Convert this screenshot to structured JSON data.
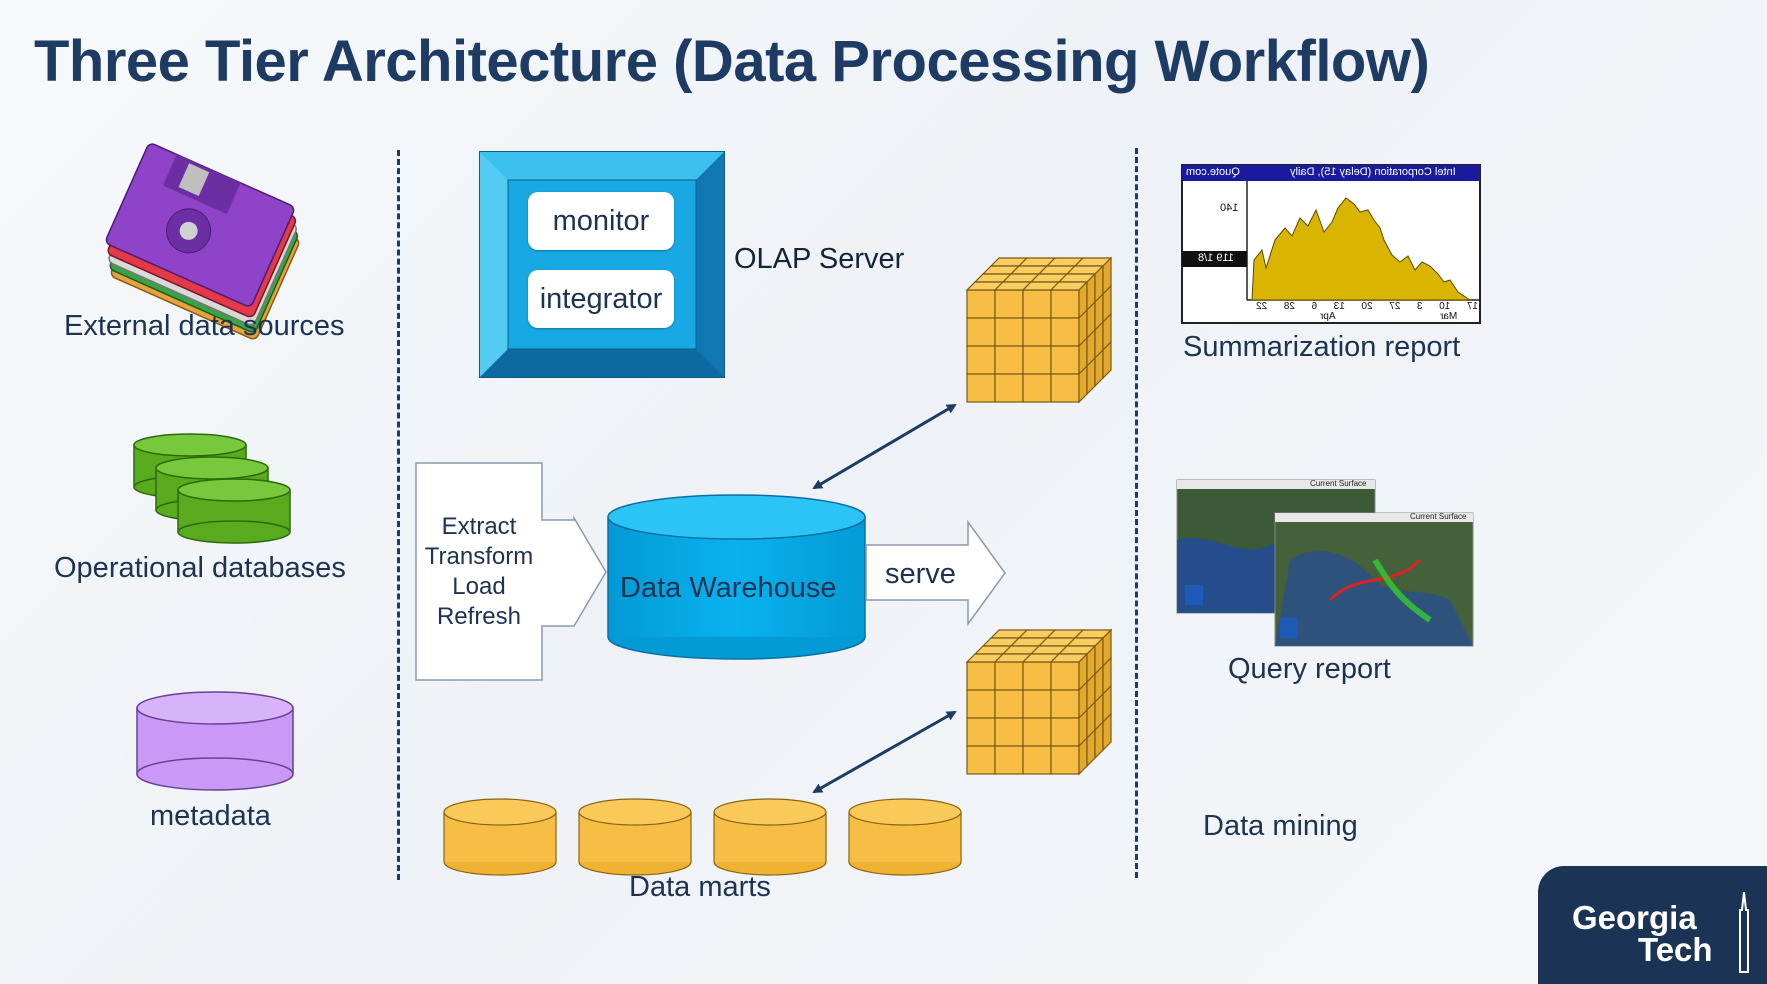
{
  "title": "Three Tier Architecture (Data Processing Workflow)",
  "left_tier": {
    "external_sources": "External data sources",
    "operational_dbs": "Operational databases",
    "metadata": "metadata"
  },
  "middle_tier": {
    "olap_server": "OLAP Server",
    "monitor": "monitor",
    "integrator": "integrator",
    "etl_lines": [
      "Extract",
      "Transform",
      "Load",
      "Refresh"
    ],
    "data_warehouse": "Data Warehouse",
    "serve": "serve",
    "data_marts": "Data marts"
  },
  "right_tier": {
    "summarization_report": "Summarization report",
    "query_report": "Query report",
    "data_mining": "Data mining",
    "chart_header_left": "Intel Corporation (Delay 15), Daily",
    "chart_header_right": "Quote.com",
    "chart_y_top": "140",
    "chart_y_mark": "119 1/8",
    "chart_x_ticks": [
      "17",
      "10",
      "3",
      "27",
      "20",
      "13",
      "6",
      "28",
      "22"
    ],
    "chart_months": [
      "Apr",
      "Mar"
    ],
    "weather_caption": "Current Surface"
  },
  "logo": {
    "line1": "Georgia",
    "line2": "Tech"
  },
  "colors": {
    "title": "#1d3b63",
    "olap_blue": "#1e9fd8",
    "warehouse_blue": "#06aae6",
    "db_green": "#5aaa1e",
    "metadata_purple": "#c99af5",
    "cube_yellow": "#f7be45",
    "logo_navy": "#1b3456"
  }
}
